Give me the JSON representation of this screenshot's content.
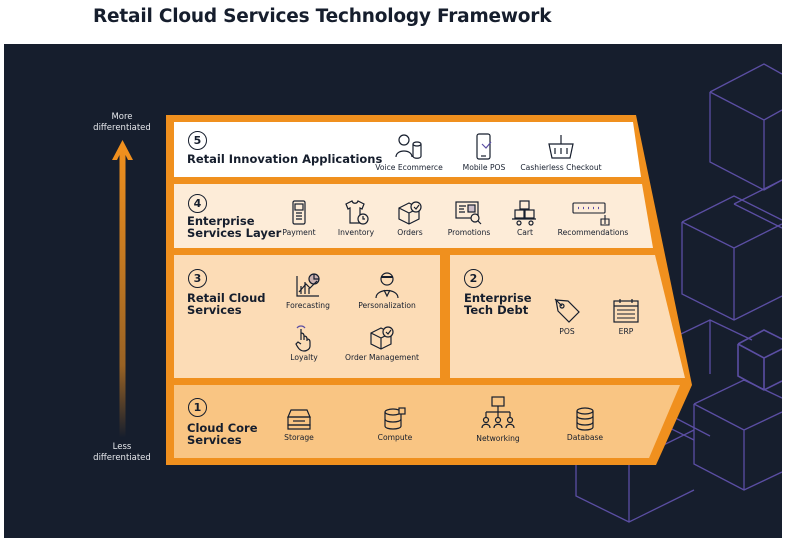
{
  "title": "Retail Cloud Services Technology Framework",
  "axis": {
    "top_label": "More\ndifferentiated",
    "bottom_label": "Less\ndifferentiated"
  },
  "layers": [
    {
      "number": "5",
      "title": "Retail Innovation Applications",
      "items": [
        "Voice Ecommerce",
        "Mobile POS",
        "Cashierless Checkout"
      ]
    },
    {
      "number": "4",
      "title": "Enterprise\nServices Layer",
      "items": [
        "Payment",
        "Inventory",
        "Orders",
        "Promotions",
        "Cart",
        "Recommendations"
      ]
    },
    {
      "number": "3",
      "title": "Retail Cloud\nServices",
      "items": [
        "Forecasting",
        "Personalization",
        "Loyalty",
        "Order Management"
      ]
    },
    {
      "number": "2",
      "title": "Enterprise\nTech Debt",
      "items": [
        "POS",
        "ERP"
      ]
    },
    {
      "number": "1",
      "title": "Cloud Core\nServices",
      "items": [
        "Storage",
        "Compute",
        "Networking",
        "Database"
      ]
    }
  ],
  "colors": {
    "background": "#161e2d",
    "frame": "#f0901e",
    "layer5": "#ffffff",
    "layer4": "#fdecd8",
    "layer3": "#fcdcb6",
    "layer1": "#f9c583",
    "cubes": "#5b4ea3"
  },
  "icons": {
    "layer5": [
      "voice-icon",
      "mobile-icon",
      "basket-icon"
    ],
    "layer4": [
      "card-reader-icon",
      "shirt-clock-icon",
      "box-check-icon",
      "monitor-search-icon",
      "cart-icon",
      "stars-review-icon"
    ],
    "layer3": [
      "chart-icon",
      "person-icon",
      "hand-tap-icon",
      "box-check-icon"
    ],
    "layer2": [
      "tag-icon",
      "calendar-icon"
    ],
    "layer1": [
      "server-icon",
      "cylinder-chip-icon",
      "network-icon",
      "database-icon"
    ]
  }
}
